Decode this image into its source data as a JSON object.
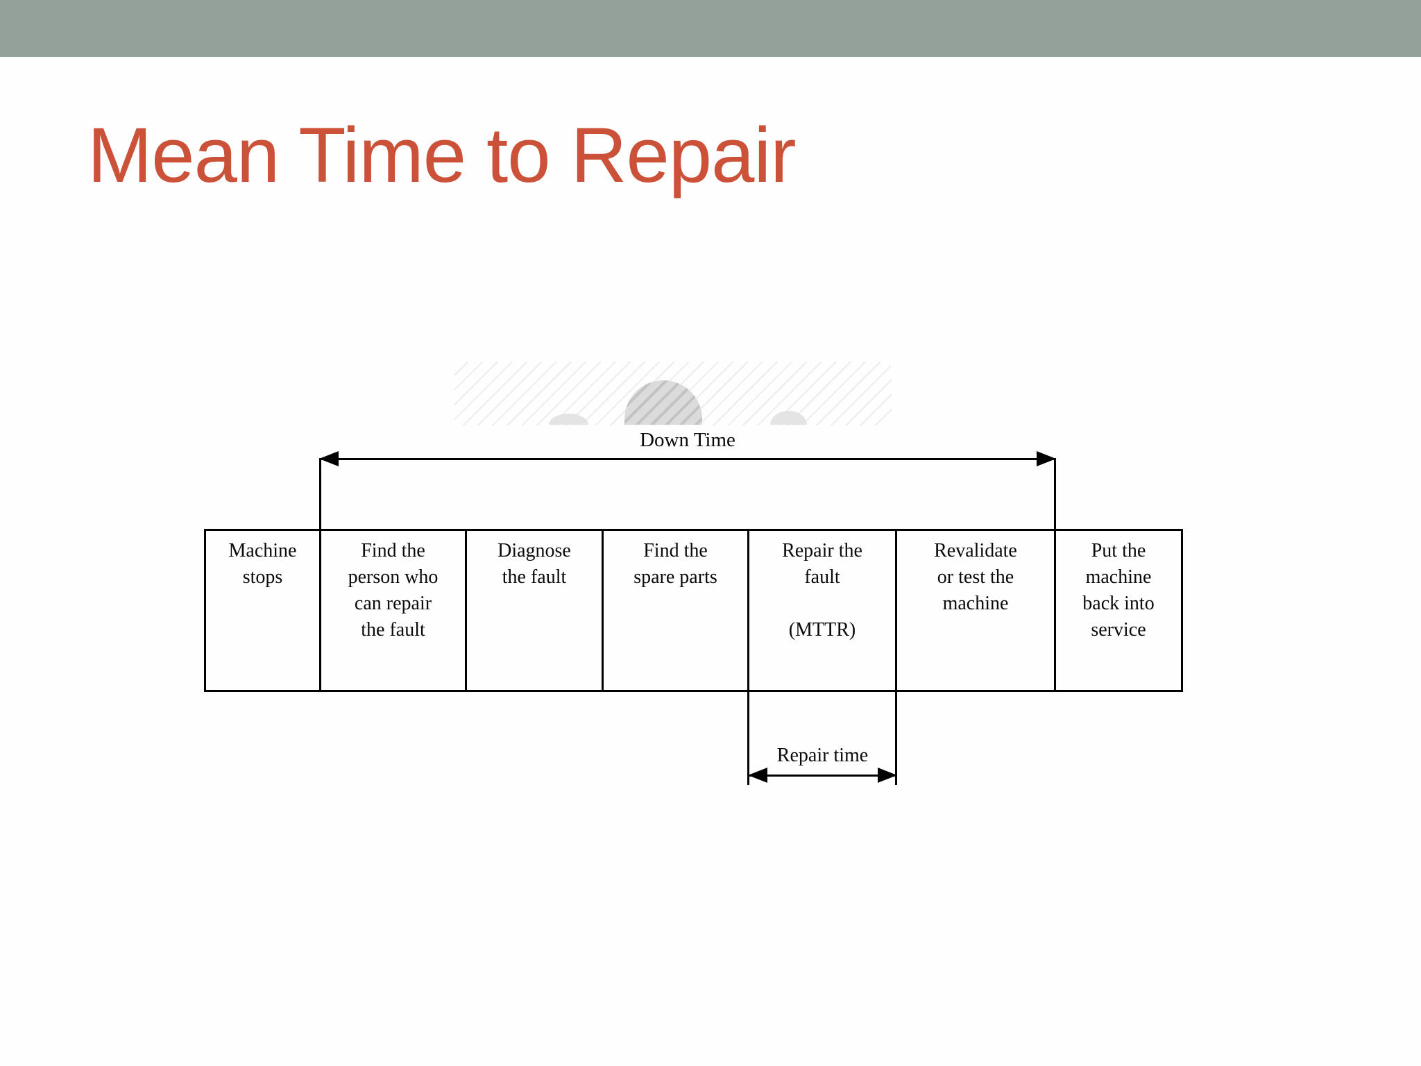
{
  "slide": {
    "title": "Mean Time to Repair"
  },
  "theme": {
    "top_bar_color": "#93A19A",
    "title_color": "#CB5138",
    "background_color": "#FEFEFE",
    "diagram_line_color": "#000000"
  },
  "diagram": {
    "down_time_label": "Down Time",
    "repair_time_label": "Repair time",
    "stages": [
      {
        "id": "machine-stops",
        "label": "Machine\nstops"
      },
      {
        "id": "find-person",
        "label": "Find the\nperson who\ncan repair\nthe fault"
      },
      {
        "id": "diagnose-fault",
        "label": "Diagnose\nthe fault"
      },
      {
        "id": "find-spare-parts",
        "label": "Find the\nspare parts"
      },
      {
        "id": "repair-fault",
        "label": "Repair the\nfault\n\n(MTTR)"
      },
      {
        "id": "revalidate",
        "label": "Revalidate\nor test the\nmachine"
      },
      {
        "id": "put-back-service",
        "label": "Put the\nmachine\nback into\nservice"
      }
    ]
  }
}
